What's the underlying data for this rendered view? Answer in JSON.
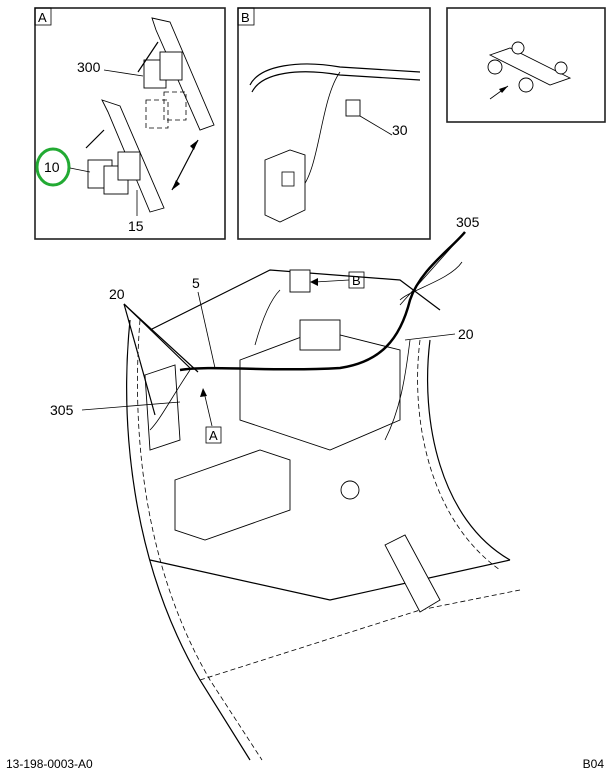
{
  "detail_a": {
    "label": "A",
    "callouts": {
      "c300": "300",
      "c10": "10",
      "c15": "15"
    },
    "highlight_color": "#22aa33"
  },
  "detail_b": {
    "label": "B",
    "callouts": {
      "c30": "30"
    }
  },
  "main": {
    "callouts": {
      "c305_top": "305",
      "c20_right": "20",
      "c20_left": "20",
      "c5": "5",
      "c305_left": "305"
    },
    "ref_b": "B",
    "ref_a": "A"
  },
  "footer": {
    "drawing_number": "13-198-0003-A0",
    "sheet": "B04"
  }
}
